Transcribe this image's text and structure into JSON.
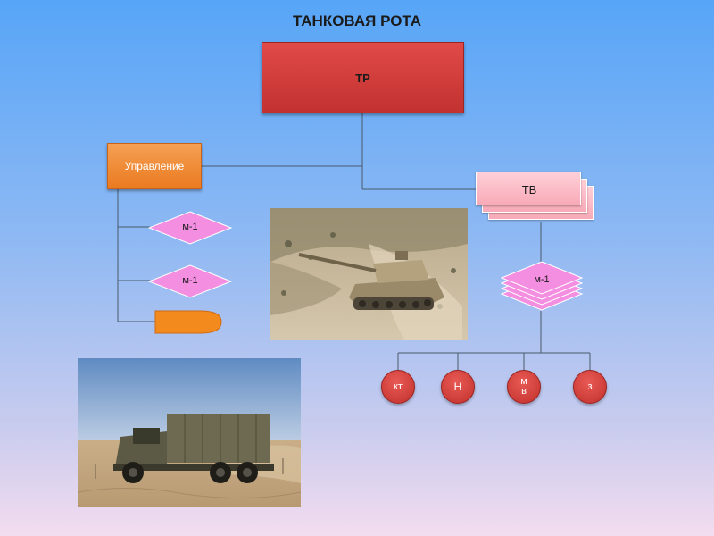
{
  "title": "ТАНКОВАЯ РОТА",
  "nodes": {
    "tr": "ТР",
    "upravlenie": "Управление",
    "tv": "ТВ",
    "m1_left_a": "м-1",
    "m1_left_b": "м-1",
    "m1_right": "м-1"
  },
  "circles": [
    {
      "id": "kt",
      "label": "кт"
    },
    {
      "id": "n",
      "label": "Н"
    },
    {
      "id": "mv",
      "label_top": "м",
      "label_bottom": "в"
    },
    {
      "id": "z",
      "label": "з"
    }
  ],
  "colors": {
    "tr": "#c9393a",
    "upravlenie": "#ee8530",
    "tv": "#f9b8c4",
    "diamond": "#f48ee0",
    "circle": "#d43d3a",
    "bullet": "#f28a1e",
    "lines": "#4a5a6a"
  },
  "images": [
    {
      "name": "tank-photo",
      "depicts": "tank"
    },
    {
      "name": "truck-photo",
      "depicts": "truck"
    }
  ]
}
